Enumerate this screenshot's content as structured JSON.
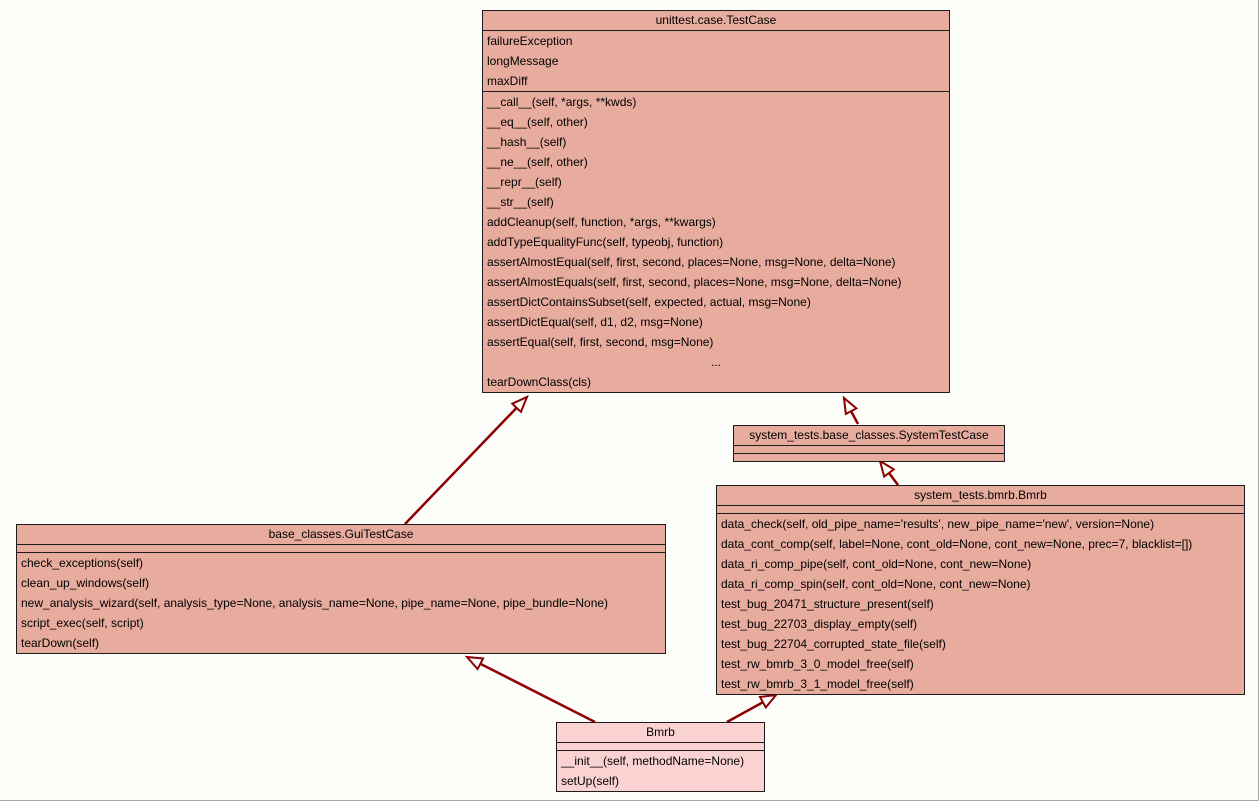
{
  "diagram": {
    "type": "uml-class-inheritance",
    "background": "#fdfdfa",
    "arrow_color": "#8b0000",
    "class_fill": "#e7ac9e",
    "focal_class_fill": "#fbd2d2",
    "classes": [
      {
        "id": "testcase",
        "title": "unittest.case.TestCase",
        "fill": "#e7ac9e",
        "attributes": [
          "failureException",
          "longMessage",
          "maxDiff"
        ],
        "methods": [
          "__call__(self, *args, **kwds)",
          "__eq__(self, other)",
          "__hash__(self)",
          "__ne__(self, other)",
          "__repr__(self)",
          "__str__(self)",
          "addCleanup(self, function, *args, **kwargs)",
          "addTypeEqualityFunc(self, typeobj, function)",
          "assertAlmostEqual(self, first, second, places=None, msg=None, delta=None)",
          "assertAlmostEquals(self, first, second, places=None, msg=None, delta=None)",
          "assertDictContainsSubset(self, expected, actual, msg=None)",
          "assertDictEqual(self, d1, d2, msg=None)",
          "assertEqual(self, first, second, msg=None)",
          "...",
          "tearDownClass(cls)"
        ]
      },
      {
        "id": "systemtestcase",
        "title": "system_tests.base_classes.SystemTestCase",
        "fill": "#e7ac9e",
        "attributes": [],
        "methods": []
      },
      {
        "id": "bmrb-system",
        "title": "system_tests.bmrb.Bmrb",
        "fill": "#e7ac9e",
        "attributes": [],
        "methods": [
          "data_check(self, old_pipe_name='results', new_pipe_name='new', version=None)",
          "data_cont_comp(self, label=None, cont_old=None, cont_new=None, prec=7, blacklist=[])",
          "data_ri_comp_pipe(self, cont_old=None, cont_new=None)",
          "data_ri_comp_spin(self, cont_old=None, cont_new=None)",
          "test_bug_20471_structure_present(self)",
          "test_bug_22703_display_empty(self)",
          "test_bug_22704_corrupted_state_file(self)",
          "test_rw_bmrb_3_0_model_free(self)",
          "test_rw_bmrb_3_1_model_free(self)"
        ]
      },
      {
        "id": "guitestcase",
        "title": "base_classes.GuiTestCase",
        "fill": "#e7ac9e",
        "attributes": [],
        "methods": [
          "check_exceptions(self)",
          "clean_up_windows(self)",
          "new_analysis_wizard(self, analysis_type=None, analysis_name=None, pipe_name=None, pipe_bundle=None)",
          "script_exec(self, script)",
          "tearDown(self)"
        ]
      },
      {
        "id": "bmrb",
        "title": "Bmrb",
        "fill": "#fbd2d2",
        "attributes": [],
        "methods": [
          "__init__(self, methodName=None)",
          "setUp(self)"
        ]
      }
    ],
    "inheritance": [
      {
        "child": "base_classes.GuiTestCase",
        "parent": "unittest.case.TestCase"
      },
      {
        "child": "system_tests.base_classes.SystemTestCase",
        "parent": "unittest.case.TestCase"
      },
      {
        "child": "system_tests.bmrb.Bmrb",
        "parent": "system_tests.base_classes.SystemTestCase"
      },
      {
        "child": "Bmrb",
        "parent": "base_classes.GuiTestCase"
      },
      {
        "child": "Bmrb",
        "parent": "system_tests.bmrb.Bmrb"
      }
    ]
  }
}
